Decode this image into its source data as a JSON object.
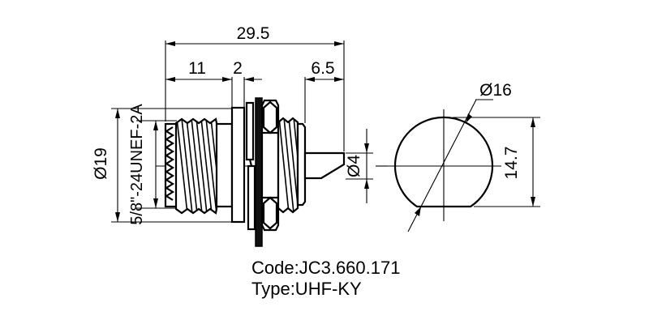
{
  "side_view": {
    "dims": {
      "overall_length": "29.5",
      "front_length": "11",
      "flange_thickness": "2",
      "pin_length": "6.5",
      "flange_diameter": "Ø19",
      "thread_spec": "5/8\"-24UNEF-2A",
      "pin_diameter": "Ø4"
    }
  },
  "front_view": {
    "dims": {
      "diameter": "Ø16",
      "flat_height": "14.7"
    }
  },
  "notes": {
    "code": "Code:JC3.660.171",
    "type": "Type:UHF-KY"
  },
  "colors": {
    "line": "#000000",
    "background": "#ffffff"
  }
}
